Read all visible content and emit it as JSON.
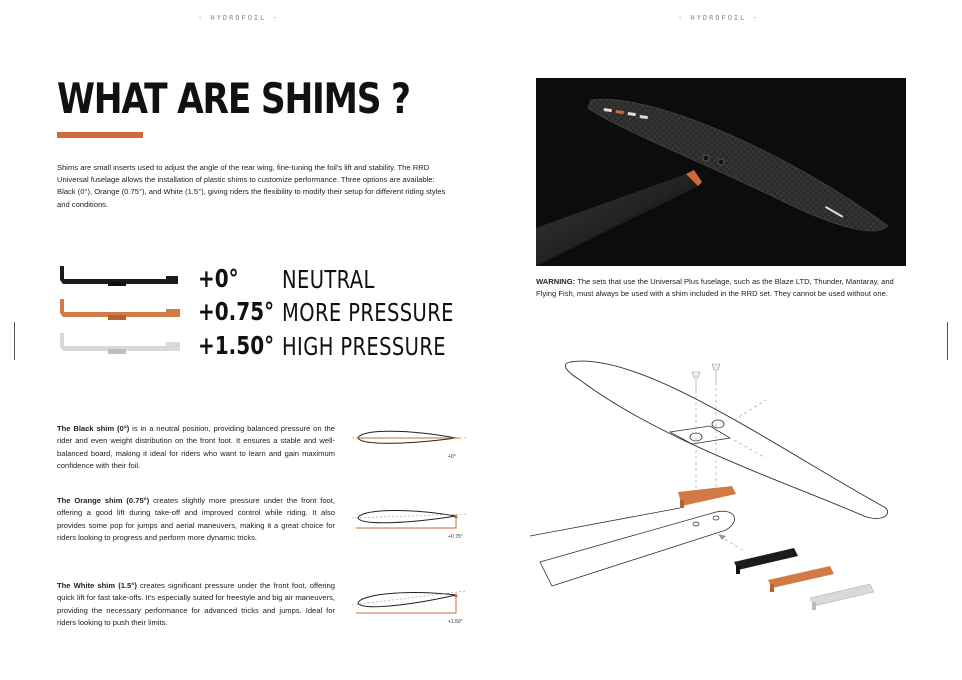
{
  "header": {
    "left": "- HYDROFOIL -",
    "right": "- HYDROFOIL -"
  },
  "title": "WHAT ARE SHIMS ?",
  "intro": "Shims are small inserts used to adjust the angle of the rear wing, fine-tuning the foil's lift and stability. The RRD Universal fuselage allows the installation of plastic shims to customize performance. Three options are available: Black (0°), Orange (0.75°), and White (1.5°), giving riders the flexibility to modify their setup for different riding styles and conditions.",
  "colors": {
    "accent": "#d06a3a",
    "black_shim": "#1c1c1c",
    "orange_shim": "#d27a45",
    "white_shim": "#d9d9d9"
  },
  "shims": [
    {
      "degree": "+0°",
      "label": "NEUTRAL",
      "color": "#1c1c1c"
    },
    {
      "degree": "+0.75°",
      "label": "MORE PRESSURE",
      "color": "#d27a45"
    },
    {
      "degree": "+1.50°",
      "label": "HIGH PRESSURE",
      "color": "#d9d9d9"
    }
  ],
  "descriptions": [
    {
      "lead": "The Black shim (0°)",
      "text": " is in a neutral position, providing balanced pressure on the rider and even weight distribution on the front foot. It ensures a stable and well-balanced board, making it ideal for riders who want to learn and gain maximum confidence with their foil.",
      "foil_label": "+0°"
    },
    {
      "lead": "The Orange shim (0.75°)",
      "text": " creates slightly more pressure under the front foot, offering a good lift during take-off and improved control while riding. It also provides some pop for jumps and aerial maneuvers, making it a great choice for riders looking to progress and perform more dynamic tricks.",
      "foil_label": "+0.75°"
    },
    {
      "lead": "The White shim (1.5°)",
      "text": " creates significant pressure under the front foot, offering quick lift for fast take-offs. It's especially suited for freestyle and big air maneuvers, providing the necessary performance for advanced tricks and jumps. Ideal for riders looking to push their limits.",
      "foil_label": "+1.50°"
    }
  ],
  "warning": {
    "lead": "WARNING:",
    "text": " The sets that use the Universal Plus fuselage, such as the Blaze LTD, Thunder, Mantaray, and Flying Fish, must always be used with a shim included in the RRD set. They cannot be used without one."
  }
}
